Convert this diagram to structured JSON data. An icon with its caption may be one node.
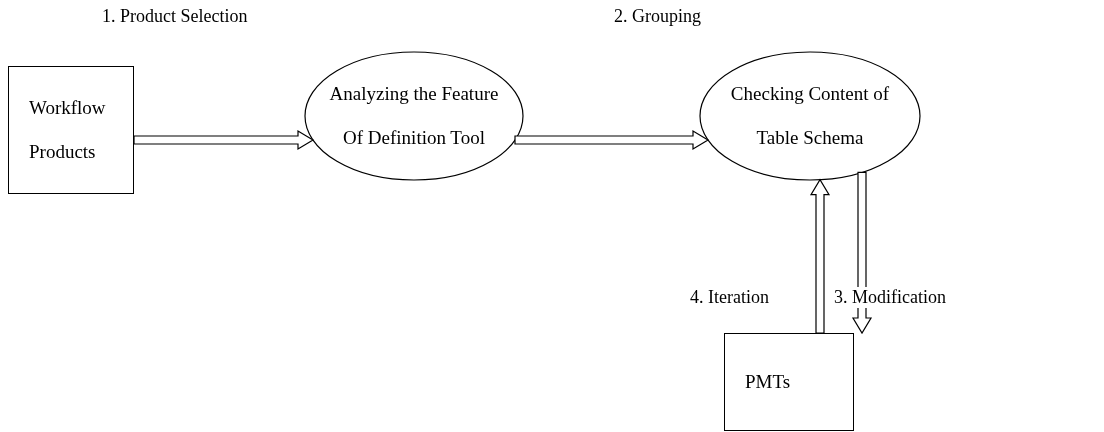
{
  "diagram": {
    "nodes": [
      {
        "text": [
          "Workflow Products"
        ]
      },
      {
        "text": [
          "Analyzing the Feature Of Definition Tool"
        ]
      },
      {
        "text": [
          "Checking Content of Table Schema"
        ]
      },
      {
        "text": [
          "PMTs"
        ]
      }
    ],
    "edges": [
      {
        "from": 0,
        "to": 1,
        "arrow": "to",
        "style": "thick"
      },
      {
        "from": 1,
        "to": 2,
        "arrow": "to",
        "style": "thick"
      },
      {
        "from": 2,
        "to": 3,
        "arrow": "to",
        "label": "3. Modification",
        "style": "thick"
      },
      {
        "from": 3,
        "to": 2,
        "arrow": "to",
        "label": "4. Iteration",
        "style": "thick"
      }
    ],
    "labels": [
      "1. Product Selection",
      "2. Grouping"
    ]
  }
}
